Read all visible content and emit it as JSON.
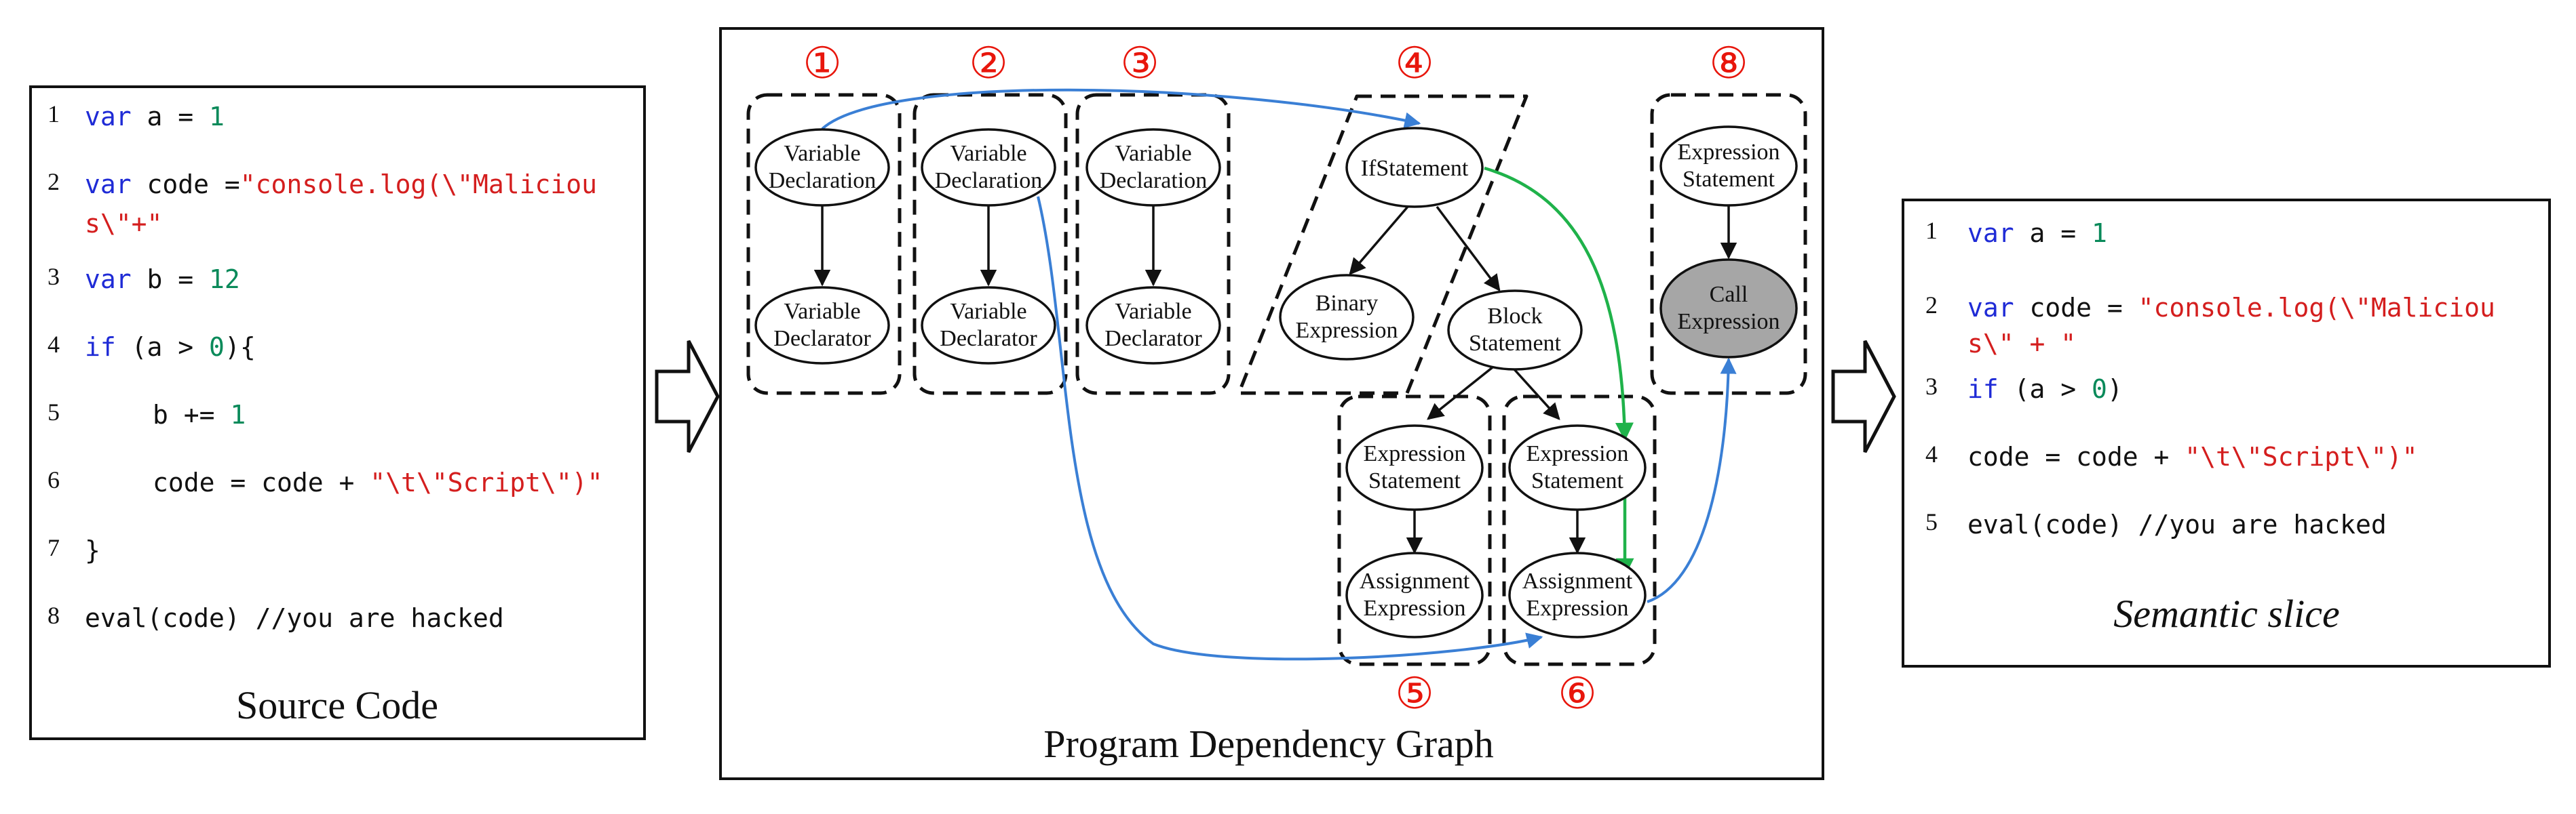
{
  "colors": {
    "keyword": "#1f2bd6",
    "string": "#d41e1e",
    "number": "#0a8a5a",
    "default": "#111111",
    "blue_edge": "#3a7fd5",
    "green_edge": "#1fb24a",
    "marker": "#e8160c",
    "call_node_fill": "#a6a6a6"
  },
  "source_panel": {
    "caption": "Source Code",
    "lines": [
      {
        "no": "1",
        "code": "var a = 1"
      },
      {
        "no": "2",
        "code": "var code =\"console.log(\\\"Maliciou",
        "cont": "s\\\"+\""
      },
      {
        "no": "3",
        "code": "var b = 12"
      },
      {
        "no": "4",
        "code": "if (a > 0){"
      },
      {
        "no": "5",
        "code": "    b += 1"
      },
      {
        "no": "6",
        "code": "    code = code + \"\\t\\\"Script\\\")\""
      },
      {
        "no": "7",
        "code": "}"
      },
      {
        "no": "8",
        "code": "eval(code) //you are hacked"
      }
    ]
  },
  "graph_panel": {
    "caption": "Program Dependency Graph",
    "markers": [
      "①",
      "②",
      "③",
      "④",
      "⑤",
      "⑥",
      "⑧"
    ],
    "nodes": {
      "g1_decl": [
        "Variable",
        "Declaration"
      ],
      "g1_dtor": [
        "Variable",
        "Declarator"
      ],
      "g2_decl": [
        "Variable",
        "Declaration"
      ],
      "g2_dtor": [
        "Variable",
        "Declarator"
      ],
      "g3_decl": [
        "Variable",
        "Declaration"
      ],
      "g3_dtor": [
        "Variable",
        "Declarator"
      ],
      "if_stmt": [
        "IfStatement"
      ],
      "binary": [
        "Binary",
        "Expression"
      ],
      "block": [
        "Block",
        "Statement"
      ],
      "g5_expr": [
        "Expression",
        "Statement"
      ],
      "g5_assign": [
        "Assignment",
        "Expression"
      ],
      "g6_expr": [
        "Expression",
        "Statement"
      ],
      "g6_assign": [
        "Assignment",
        "Expression"
      ],
      "g8_expr": [
        "Expression",
        "Statement"
      ],
      "g8_call": [
        "Call",
        "Expression"
      ]
    }
  },
  "slice_panel": {
    "caption": "Semantic slice",
    "lines": [
      {
        "no": "1",
        "code": "var a = 1"
      },
      {
        "no": "2",
        "code": "var code = \"console.log(\\\"Maliciou",
        "cont": "s\\\" + \""
      },
      {
        "no": "3",
        "code": "if (a > 0)"
      },
      {
        "no": "4",
        "code": "code = code + \"\\t\\\"Script\\\")\""
      },
      {
        "no": "5",
        "code": "eval(code) //you are hacked"
      }
    ]
  }
}
